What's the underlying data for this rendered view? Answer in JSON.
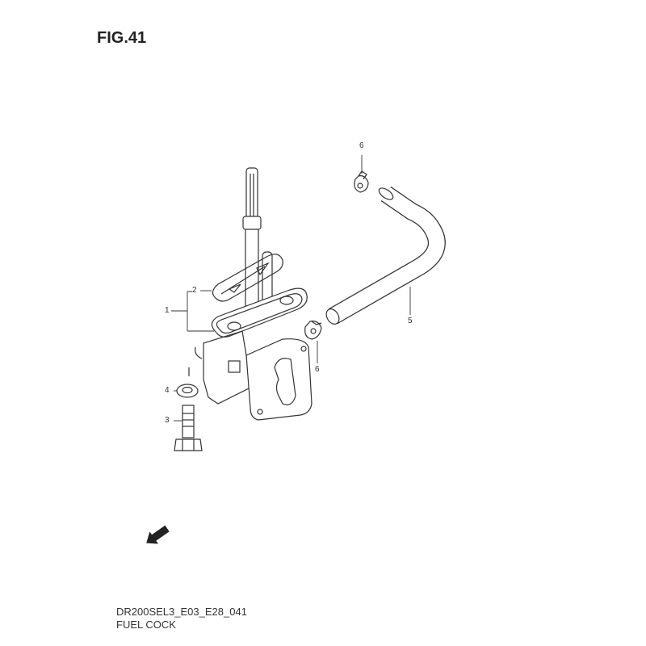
{
  "figure_title": "FIG.41",
  "callouts": {
    "c1": "1",
    "c2": "2",
    "c3": "3",
    "c4": "4",
    "c5": "5",
    "c6_top": "6",
    "c6_bottom": "6"
  },
  "fwd_label": "FWD",
  "footer": {
    "code": "DR200SEL3_E03_E28_041",
    "name": "FUEL COCK"
  }
}
